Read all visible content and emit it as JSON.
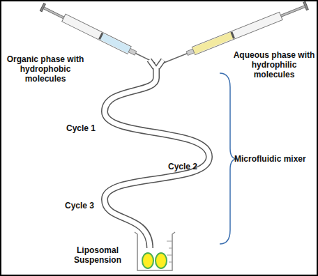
{
  "diagram": {
    "labels": [
      "Organic phase with hydrophobic molecules",
      "Aqueous phase with hydrophilic molecules",
      "Cycle 1",
      "Cycle 2",
      "Cycle 3",
      "Microfluidic mixer",
      "Liposomal Suspension"
    ]
  }
}
